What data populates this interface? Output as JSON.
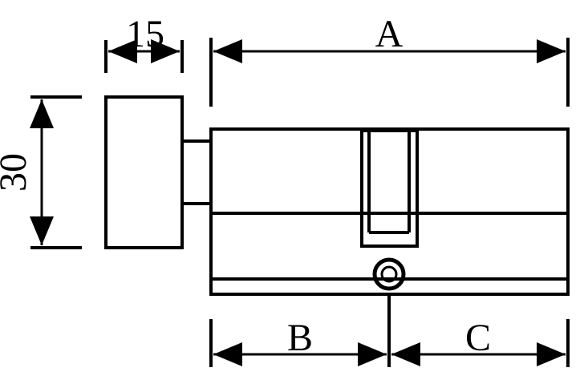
{
  "diagram": {
    "dimensions": {
      "knob_width": "15",
      "knob_height": "30",
      "overall_length": "A",
      "left_length": "B",
      "right_length": "C"
    },
    "colors": {
      "line": "#000000",
      "background": "#ffffff"
    }
  }
}
